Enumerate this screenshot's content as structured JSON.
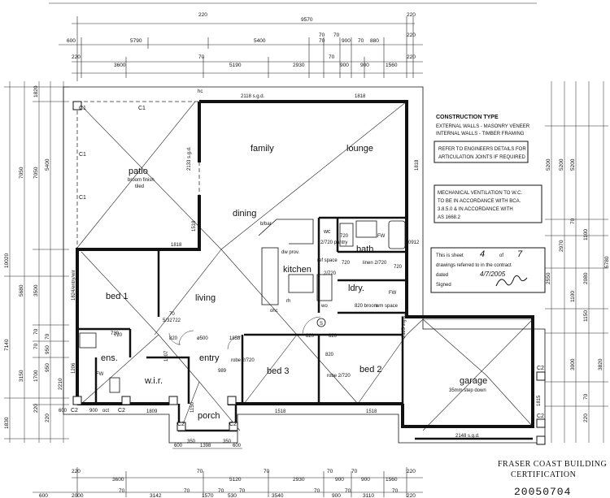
{
  "top_dimensions": {
    "row1": [
      "600",
      "5790",
      "5400",
      "70",
      "900",
      "70",
      "880",
      "220"
    ],
    "row1_extra": [
      "220",
      "70",
      "70",
      "9570"
    ],
    "row2": [
      "220",
      "3600",
      "70",
      "5190",
      "2930",
      "70",
      "900",
      "900",
      "1560",
      "220"
    ]
  },
  "bottom_dimensions": {
    "row1": [
      "220",
      "3600",
      "70",
      "5120",
      "70",
      "2930",
      "70",
      "900",
      "70",
      "900",
      "1560",
      "220"
    ],
    "row2": [
      "600",
      "2000",
      "70",
      "3142",
      "70",
      "1570",
      "70",
      "530",
      "70",
      "3540",
      "70",
      "900",
      "70",
      "3110",
      "70",
      "220"
    ]
  },
  "left_dimensions": {
    "outer": [
      "10020",
      "7140",
      "1830"
    ],
    "mid": [
      "7050",
      "5680",
      "3500",
      "3150"
    ],
    "inner": [
      "1820",
      "5400",
      "7050",
      "70",
      "70",
      "1700",
      "70",
      "950",
      "220",
      "950",
      "2210",
      "220"
    ]
  },
  "right_dimensions": [
    "5200",
    "5200",
    "5200",
    "70",
    "1100",
    "2080",
    "2550",
    "2970",
    "1100",
    "3000",
    "1150",
    "5780",
    "3820",
    "70",
    "220"
  ],
  "rooms": {
    "patio": "patio",
    "patio_note1": "broom finish",
    "patio_note2": "tiled",
    "family": "family",
    "lounge": "lounge",
    "dining": "dining",
    "kitchen": "kitchen",
    "bath": "bath",
    "wc": "wc",
    "ldry": "ldry.",
    "bed1": "bed 1",
    "living": "living",
    "ens": "ens.",
    "wir": "w.i.r.",
    "entry": "entry",
    "bed3": "bed 3",
    "bed2": "bed 2",
    "garage": "garage",
    "garage_note": "35mm step down",
    "porch": "porch"
  },
  "labels": {
    "c1_a": "C1",
    "c1_b": "C1",
    "c1_c": "C1",
    "c1_d": "C1",
    "c2_a": "C2",
    "c2_b": "C2",
    "c2_c": "C2",
    "c2_d": "C2",
    "c2_e": "C2",
    "c2_f": "C2",
    "hc": "hc",
    "sgd_top": "2118 s.g.d.",
    "sgd_top_r": "1818",
    "sgd_patio": "2133 s.g.d.",
    "w1818_r": "1818",
    "w1818_patio": "1818",
    "w1518_patio": "1518",
    "w1818_bed1": "1824/entry/wir",
    "dw": "dw prov.",
    "ref": "ref space",
    "wo": "wo",
    "ohc": "ohc",
    "rh": "rh",
    "bbar": "b/bar",
    "w2720_pantry": "2/720 pantry",
    "w2720_a": "2/720",
    "w720_a": "720",
    "w720_b": "720",
    "w720_c": "720",
    "w720_d": "720",
    "w720_e": "720",
    "w820_a": "820",
    "w820_b": "820",
    "w820_c": "820",
    "w820_d": "820",
    "w820_broom": "820 broom",
    "linen": "linen 2/720",
    "wm": "wm space",
    "fw_a": "FW",
    "fw_b": "FW",
    "fw_c": "FW",
    "w0912": "0912",
    "sgd_ldry": "2115 s.g.d.",
    "w1206": "1206",
    "w530": "5/32",
    "w722": "722",
    "w70": "70",
    "w500": "ø500",
    "w1858": "1858",
    "w1207": "1207",
    "robe_a": "robe 2/720",
    "robe_b": "robe 2/720",
    "w1518_bed3": "1518",
    "w1518_bed2": "1518",
    "w1809": "1809",
    "w900": "900",
    "oct": "oct",
    "w600": "600",
    "s_label": "S",
    "w1815": "1815",
    "sgd_garage": "2148 s.g.d.",
    "w989": "989",
    "w1150": "1150",
    "porch_dims": [
      "600",
      "350",
      "1398",
      "350",
      "600"
    ]
  },
  "notes": {
    "construction_title": "CONSTRUCTION TYPE",
    "construction_1": "EXTERNAL WALLS  -  MASONRY VENEER",
    "construction_2": "INTERNAL WALLS  -  TIMBER FRAMING",
    "engineer_1": "REFER TO ENGINEERS DETAILS FOR",
    "engineer_2": "ARTICULATION JOINTS IF REQUIRED",
    "mech_1": "MECHANICAL VENTILATION TO W.C.",
    "mech_2": "TO BE IN ACCORDANCE WITH BCA.",
    "mech_3": "3.8.5.0 & IN ACCORDANCE WITH",
    "mech_4": "AS 1668.2"
  },
  "sheet": {
    "line1_pre": "This is sheet",
    "sheet_no": "4",
    "of": "of",
    "total": "7",
    "line2": "drawings referred to in the contract",
    "dated_label": "dated",
    "dated_value": "4/7/2005",
    "signed_label": "Signed"
  },
  "certification": {
    "line1": "FRASER COAST BUILDING",
    "line2": "CERTIFICATION",
    "number": "20050704"
  }
}
